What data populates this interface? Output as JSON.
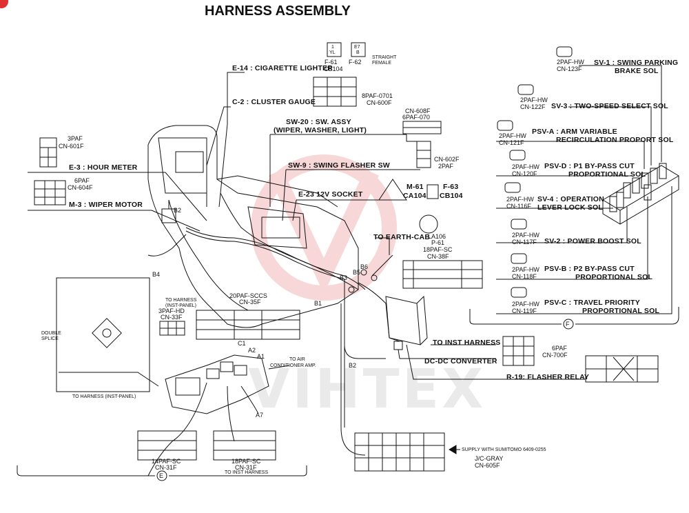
{
  "title": "HARNESS ASSEMBLY",
  "watermark": "VIHTEX",
  "section_marks": {
    "e": "E",
    "f": "F"
  },
  "top": {
    "f61": {
      "pin": "1",
      "wire": "YL",
      "code": "F-61"
    },
    "f62": {
      "pin": "E7",
      "wire": "B",
      "code": "F-62"
    },
    "cb104": "CB104",
    "straight_female": "STRAIGHT FEMALE",
    "e14": "E-14 : CIGARETTE LIGHTER",
    "c2": "C-2 : CLUSTER GAUGE",
    "cn600f": {
      "code": "8PAF-0701",
      "cn": "CN-600F"
    },
    "cn608f": {
      "cn": "CN-608F",
      "code": "6PAF-070"
    },
    "sw20": "SW-20 : SW. ASSY",
    "sw20_sub": "(WIPER, WASHER, LIGHT)",
    "cn602f": {
      "cn": "CN-602F",
      "code": "2PAF"
    },
    "sw9": "SW-9 : SWING FLASHER SW",
    "e23": "E-23 12V SOCKET",
    "m61": {
      "code": "M-61",
      "cn": "CA104"
    },
    "f63": {
      "code": "F-63",
      "cn": "CB104"
    }
  },
  "left": {
    "cn601f": {
      "code": "3PAF",
      "cn": "CN-601F"
    },
    "e3": "E-3 : HOUR METER",
    "cn604f": {
      "code": "6PAF",
      "cn": "CN-604F"
    },
    "m3": "M-3 : WIPER MOTOR",
    "b2": "B2",
    "b4": "B4",
    "to_harness_inst_panel": "TO HARNESS (INST-PANEL)",
    "double_splice": "DOUBLE SPLICE"
  },
  "middle": {
    "to_harness": "TO HARNESS",
    "inst_panel": "(INST-PANEL)",
    "cn33f_code": "3PAF-HD",
    "cn33f": "CN-33F",
    "cn35f_code": "20PAF-SCCS",
    "cn35f": "CN-35F",
    "c1": "C1",
    "a2": "A2",
    "a1": "A1",
    "a7": "A7",
    "to_air": "TO AIR",
    "conditioner": "CONDITIONER AMP.",
    "b1": "B1",
    "b3": "B3",
    "b5": "B5",
    "b6": "B6",
    "b2": "B2",
    "to_earth_cab": "TO EARTH-CAB",
    "la106": "LA106",
    "p61": "P-61",
    "cn38f_code": "18PAF-SC",
    "cn38f": "CN-38F"
  },
  "bottom": {
    "cn31f_a_code": "14PAF-SC",
    "cn31f_a": "CN-31F",
    "cn31f_b_code": "18PAF-SC",
    "cn31f_b": "CN-31F",
    "to_inst_harness": "TO INST HARNESS",
    "supply": "SUPPLY WITH SUMITOMO 6409-0255",
    "jc_gray": "J/C-GRAY",
    "cn605f": "CN-605F",
    "to_inst_harness_main": "TO INST HARNESS",
    "dcdc": "DC-DC CONVERTER",
    "r19": "R-19: FLASHER RELAY",
    "cn700f_code": "6PAF",
    "cn700f": "CN-700F"
  },
  "right": [
    {
      "code": "2PAF-HW",
      "cn": "CN-123F",
      "name": "SV-1 : SWING PARKING",
      "name2": "BRAKE SOL"
    },
    {
      "code": "2PAF-HW",
      "cn": "CN-122F",
      "name": "SV-3 : TWO-SPEED SELECT SOL",
      "name2": ""
    },
    {
      "code": "2PAF-HW",
      "cn": "CN-121F",
      "name": "PSV-A : ARM VARIABLE",
      "name2": "RECIRCULATION PROPORT SOL"
    },
    {
      "code": "2PAF-HW",
      "cn": "CN-120F",
      "name": "PSV-D : P1 BY-PASS CUT",
      "name2": "PROPORTIONAL SOL"
    },
    {
      "code": "2PAF-HW",
      "cn": "CN-116F",
      "name": "SV-4 : OPERATION",
      "name2": "LEVER LOCK SOL"
    },
    {
      "code": "2PAF-HW",
      "cn": "CN-117F",
      "name": "SV-2 : POWER BOOST SOL",
      "name2": ""
    },
    {
      "code": "2PAF-HW",
      "cn": "CN-118F",
      "name": "PSV-B : P2 BY-PASS CUT",
      "name2": "PROPORTIONAL SOL"
    },
    {
      "code": "2PAF-HW",
      "cn": "CN-119F",
      "name": "PSV-C : TRAVEL PRIORITY",
      "name2": "PROPORTIONAL SOL"
    }
  ]
}
